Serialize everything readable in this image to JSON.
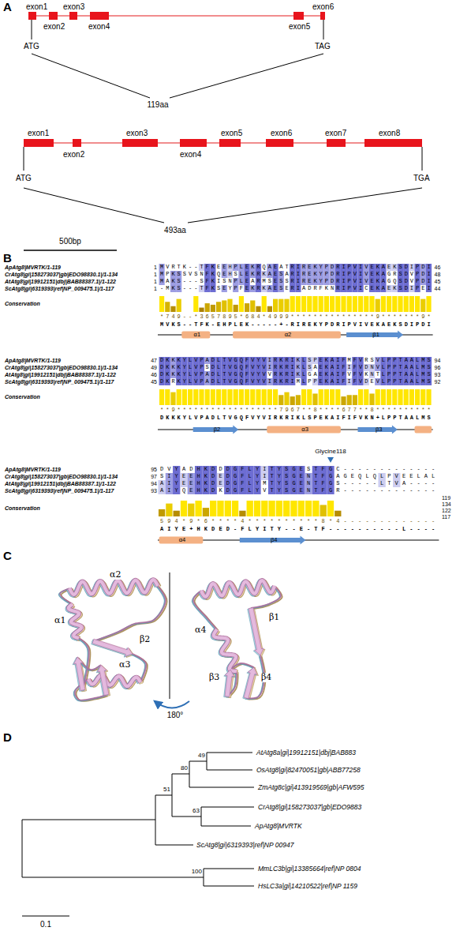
{
  "diagram": {
    "labels": [
      "A",
      "exon1",
      "exon2",
      "exon3",
      "exon4",
      "exon5",
      "exon6",
      "ATG",
      "TAG",
      "119aa",
      "exon1",
      "exon2",
      "exon3",
      "exon4",
      "exon5",
      "exon6",
      "exon7",
      "exon8",
      "ATG",
      "TGA",
      "493aa",
      "500bp",
      "B",
      "ApAtg8|MVRTK/1-119",
      "1",
      "MVRTK--TFKEEHPLEKRQAEATRIREKYPDRIPVIVEKAEKSDIPDI",
      "46",
      "CrAtg8|gi|158273037|gb|EDO98830.1|/1-134",
      "1",
      "MPKSSVSNFKQEHSLEKRKAESARIREKYPDRIPVIVEKAGRSDVPDI",
      "48",
      "AtAtg8|gi|19912151|dbj|BAB88387.1|/1-122",
      "1",
      "MAKS---SFKISNPLEARMSESSRIREKYPDRIPVIVEKAGQSDVPDI",
      "45",
      "ScAtg8|gi|6319393|ref|NP_009475.1|/1-117",
      "1",
      "-MKS---TFKSEYPFEKRKAESERIADRFKNRIPVICEKAEKSDIPEI",
      "44",
      "Conservation",
      "*749--*3657895*684*4999***************9*******9*",
      "MVKS--TFK-EHPLEK-----+-RIREKYPDRIPVIVEKAEKSDIPDI",
      "α1",
      "α2",
      "β1",
      "ApAtg8|MVRTK/1-119",
      "47",
      "DKKKYLVPADLTVGQFVYVIRKRIKLSPEKAIFMFVRSVLPPTAALMS",
      "94",
      "CrAtg8|gi|158273037|gb|EDO98830.1|/1-134",
      "49",
      "DKKKYLVPSDLTVGQFVYVIRKRIKLSAEKAIFIFVDNVLPPTAALMS",
      "96",
      "AtAtg8|gi|19912151|dbj|BAB88387.1|/1-122",
      "46",
      "DKKKYLVPADLTVGQFVYVVRKRIKLGAEKAIFVFVKNTLPPTAALMS",
      "93",
      "ScAtg8|gi|6319393|ref|NP_009475.1|/1-117",
      "45",
      "DKRKYLVPADLTVGQFVYVIRKRIMLPPEKAIFIFVDEVLPPTAALMS",
      "92",
      "Conservation",
      "**9******************7967**8****677**8**********",
      "DKKKYLVPADLTVGQFVYVIRKRIKLSPEKAIFIFVKN+LPPTAALMS",
      "β2",
      "α3",
      "β3",
      "Glycine118",
      "ApAtg8|MVRTK/1-119",
      "95",
      "DVYADHKDDDGFLYITYSGESTFGC-------------",
      "CrAtg8|gi|158273037|gb|EDO98830.1|/1-134",
      "97",
      "SIYEEHKDEDGFLYITYSGENTFGAGEQLQLPVEELAL",
      "AtAtg8|gi|19912151|dbj|BAB88387.1|/1-122",
      "94",
      "AIYEEHKDEDGFLYMTYSGENTFGS-----LTVA----",
      "ScAtg8|gi|6319393|ref|NP_009475.1|/1-117",
      "93",
      "AIYQEHKDKDGFLYVTYSGENTFGR-------------",
      "Conservation",
      "119",
      "134",
      "122",
      "117",
      "594*9*6****4**********8*4-------------",
      "AIYE+HKDED-FLYITY--E-TF----------L----",
      "α4",
      "β4",
      "C",
      "α2",
      "α1",
      "β2",
      "α3",
      "α4",
      "β1",
      "β3",
      "β4",
      "180°",
      "D",
      "AtAtg8a|gi|19912151|dbj|BAB883",
      "OsAtg8|gi|82470051|gb|ABB77258",
      "ZmAtg8c|gi|413919569|gb|AFW595",
      "CrAtg8|gi|158273037|gb|EDO9883",
      "ApAtg8|MVRTK",
      "ScAtg8|gi|6319393|ref|NP 00947",
      "MmLC3b|gi|13385664|ref|NP 0804",
      "HsLC3a|gi|14210522|ref|NP 1159",
      "49",
      "80",
      "51",
      "63",
      "100",
      "0.1"
    ]
  }
}
